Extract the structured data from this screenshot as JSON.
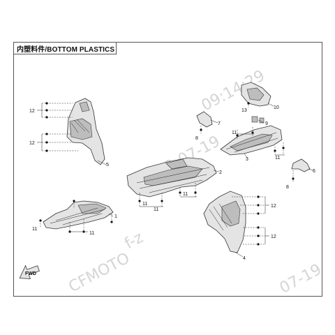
{
  "page": {
    "title": "内塑料件/BOTTOM PLASTICS"
  },
  "watermark": {
    "text_1": "CFMOTO",
    "text_2": "f-z",
    "text_3": "2023-07-19",
    "text_4": "09:14:29",
    "text_5": "07-19"
  },
  "fwd_label": "FWD",
  "callouts": {
    "c1": "1",
    "c2": "2",
    "c3": "3",
    "c4": "4",
    "c5": "5",
    "c6": "6",
    "c7": "7",
    "c8a": "8",
    "c8b": "8",
    "c9": "9",
    "c10": "10",
    "c11a": "11",
    "c11b": "11",
    "c11c": "11",
    "c11d": "11",
    "c11e": "11",
    "c11f": "11",
    "c11g": "11",
    "c12a": "12",
    "c12b": "12",
    "c12c": "12",
    "c12d": "12",
    "c13": "13"
  }
}
